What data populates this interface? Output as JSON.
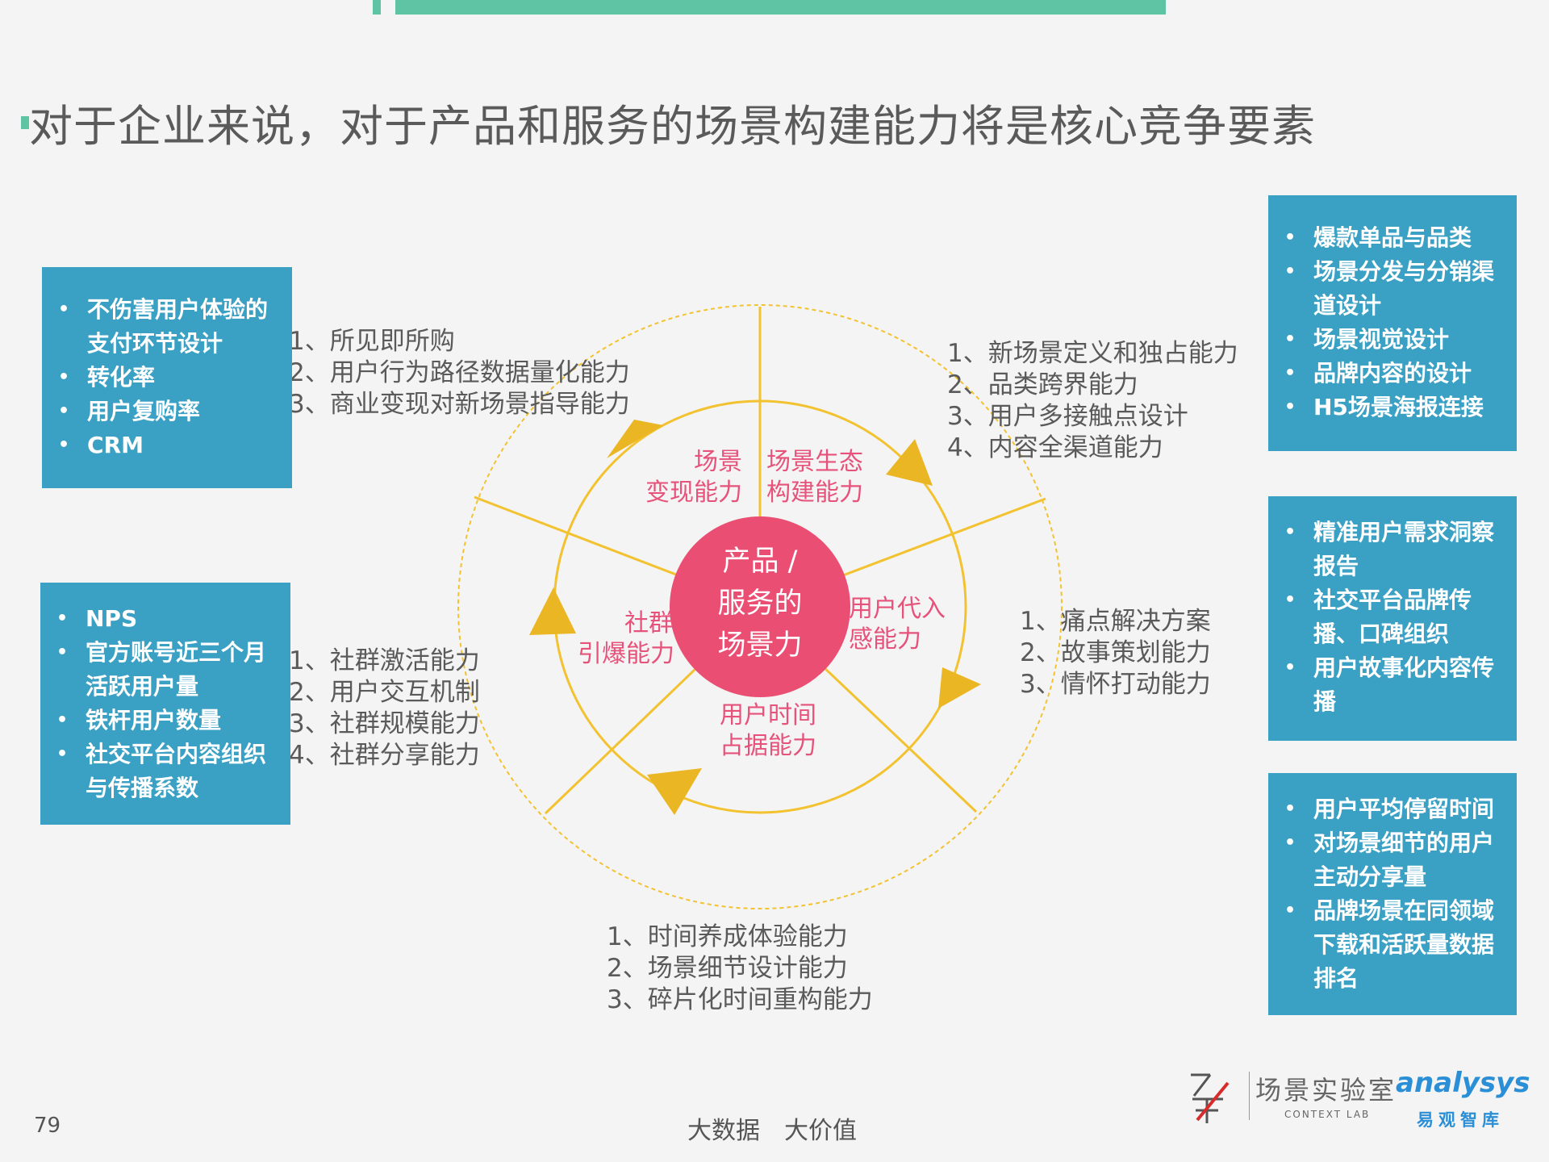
{
  "header": {
    "title": "对于企业来说，对于产品和服务的场景构建能力将是核心竞争要素"
  },
  "center": {
    "lines": [
      "产品 /",
      "服务的",
      "场景力"
    ]
  },
  "sectors": {
    "top_left": [
      "场景",
      "变现能力"
    ],
    "top_right": [
      "场景生态",
      "构建能力"
    ],
    "right": [
      "用户代入",
      "感能力"
    ],
    "bottom": [
      "用户时间",
      "占据能力"
    ],
    "left": [
      "社群",
      "引爆能力"
    ]
  },
  "ability_lists": {
    "top_left": [
      "1、所见即所购",
      "2、用户行为路径数据量化能力",
      "3、商业变现对新场景指导能力"
    ],
    "top_right": [
      "1、新场景定义和独占能力",
      "2、品类跨界能力",
      "3、用户多接触点设计",
      "4、内容全渠道能力"
    ],
    "middle_right": [
      "1、痛点解决方案",
      "2、故事策划能力",
      "3、情怀打动能力"
    ],
    "bottom": [
      "1、时间养成体验能力",
      "2、场景细节设计能力",
      "3、碎片化时间重构能力"
    ],
    "middle_left": [
      "1、社群激活能力",
      "2、用户交互机制",
      "3、社群规模能力",
      "4、社群分享能力"
    ]
  },
  "metric_boxes": {
    "top_left": [
      "不伤害用户体验的支付环节设计",
      "转化率",
      "用户复购率",
      "CRM"
    ],
    "bottom_left": [
      "NPS",
      "官方账号近三个月活跃用户量",
      "铁杆用户数量",
      "社交平台内容组织与传播系数"
    ],
    "top_right": [
      "爆款单品与品类",
      "场景分发与分销渠道设计",
      "场景视觉设计",
      "品牌内容的设计",
      "H5场景海报连接"
    ],
    "middle_right": [
      "精准用户需求洞察报告",
      "社交平台品牌传播、口碑组织",
      "用户故事化内容传播"
    ],
    "bottom_right": [
      "用户平均停留时间",
      "对场景细节的用户主动分享量",
      "品牌场景在同领域下载和活跃量数据排名"
    ]
  },
  "footer": {
    "page_number": "79",
    "slogan": "大数据　大价值",
    "lab_name": "场景实验室",
    "lab_name_en": "CONTEXT LAB",
    "analysys_en": "analysys",
    "analysys_cn": "易观智库"
  },
  "colors": {
    "accent": "#5ec4a4",
    "box_blue": "#3aa0c4",
    "ring_yellow": "#f2c230",
    "arrow_yellow": "#eab624",
    "center_pink": "#ea4f73",
    "label_pink": "#e6527a"
  }
}
